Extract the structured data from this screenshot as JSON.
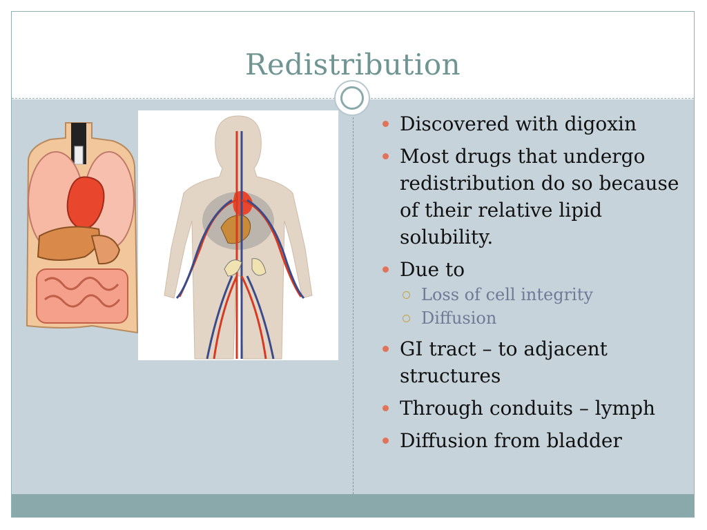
{
  "slide": {
    "title": "Redistribution",
    "bullets": [
      {
        "level": 1,
        "text": "Discovered with digoxin"
      },
      {
        "level": 1,
        "text": "Most drugs that undergo redistribution do so because of their relative lipid solubility."
      },
      {
        "level": 1,
        "text": "Due to"
      },
      {
        "level": 2,
        "text": "Loss of cell integrity"
      },
      {
        "level": 2,
        "text": "Diffusion"
      },
      {
        "level": 1,
        "text": "GI tract – to adjacent structures"
      },
      {
        "level": 1,
        "text": "Through conduits – lymph"
      },
      {
        "level": 1,
        "text": "Diffusion from bladder"
      }
    ]
  },
  "images": [
    {
      "name": "torso-organs-illustration"
    },
    {
      "name": "circulatory-system-illustration"
    }
  ],
  "colors": {
    "title": "#6f9593",
    "content_background": "#c6d3db",
    "bottom_band": "#8aa9aa",
    "bullet_level1": "#e0745a",
    "bullet_level2": "#c9a23a",
    "subtext": "#6f7a96"
  }
}
